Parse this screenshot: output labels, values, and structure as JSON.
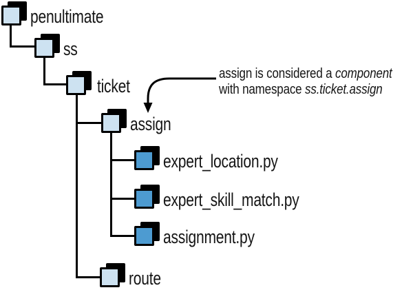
{
  "figure_type": "directory-tree-diagram",
  "colors": {
    "folder_fill": "#cde2f1",
    "file_fill": "#4d9bd1",
    "line": "#000000",
    "text": "#151515",
    "background": "#ffffff"
  },
  "tree": {
    "nodes": [
      {
        "label": "penultimate",
        "type": "folder",
        "depth": 0
      },
      {
        "label": "ss",
        "type": "folder",
        "depth": 1
      },
      {
        "label": "ticket",
        "type": "folder",
        "depth": 2
      },
      {
        "label": "assign",
        "type": "folder",
        "depth": 3
      },
      {
        "label": "expert_location.py",
        "type": "file",
        "depth": 4
      },
      {
        "label": "expert_skill_match.py",
        "type": "file",
        "depth": 4
      },
      {
        "label": "assignment.py",
        "type": "file",
        "depth": 4
      },
      {
        "label": "route",
        "type": "folder",
        "depth": 3
      }
    ]
  },
  "annotation": {
    "line1_text": "assign is considered a ",
    "line1_emphasis": "component",
    "line2_text": "with namespace ",
    "line2_emphasis": "ss.ticket.assign"
  }
}
